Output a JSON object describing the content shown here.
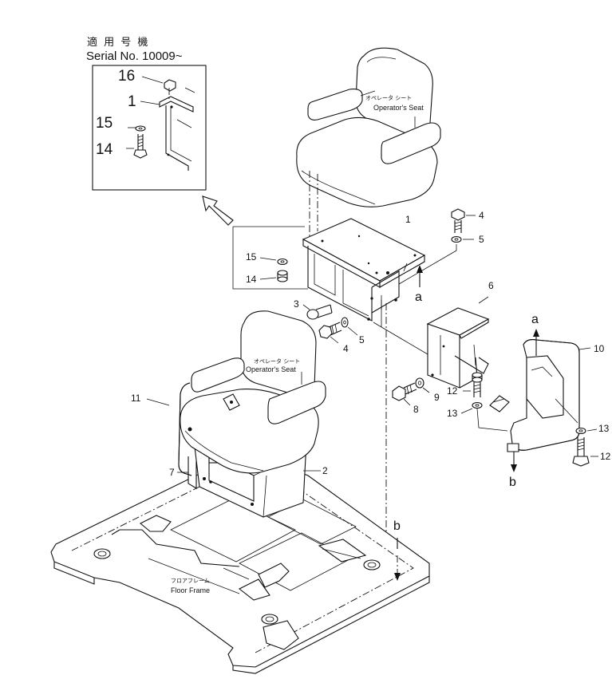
{
  "serial_header": {
    "japanese": "適 用 号 機",
    "english": "Serial No. 10009~"
  },
  "inset_callouts": [
    "16",
    "1",
    "15",
    "14"
  ],
  "callouts": {
    "c1": "1",
    "c2": "2",
    "c3": "3",
    "c4a": "4",
    "c4b": "4",
    "c5a": "5",
    "c5b": "5",
    "c6": "6",
    "c7": "7",
    "c8": "8",
    "c9": "9",
    "c10": "10",
    "c11": "11",
    "c12a": "12",
    "c12b": "12",
    "c13a": "13",
    "c13b": "13",
    "c14": "14",
    "c15": "15"
  },
  "reference_letters": {
    "a1": "a",
    "a2": "a",
    "b1": "b",
    "b2": "b"
  },
  "labels": {
    "seat_top_jp": "オペレータ シート",
    "seat_top_en": "Operator's Seat",
    "seat_bottom_jp": "オペレータ シート",
    "seat_bottom_en": "Operator's Seat",
    "floor_jp": "フロアフレーム",
    "floor_en": "Floor Frame"
  }
}
